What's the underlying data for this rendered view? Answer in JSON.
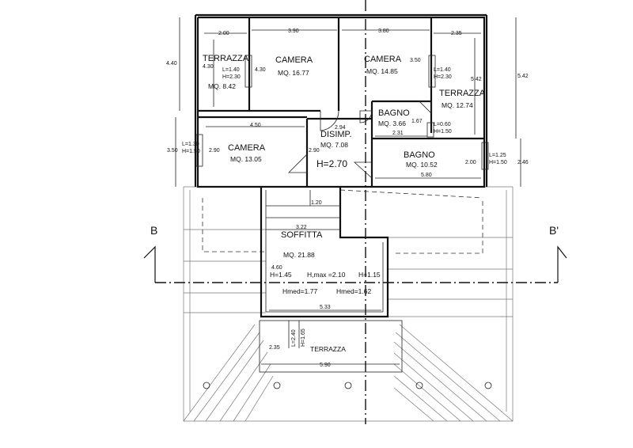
{
  "rooms": {
    "terrazza_left": {
      "name": "TERRAZZA",
      "area": "MQ. 8.42",
      "window": "L=1.40",
      "height": "H=2.30"
    },
    "camera_1": {
      "name": "CAMERA",
      "area": "MQ. 16.77"
    },
    "camera_2": {
      "name": "CAMERA",
      "area": "MQ. 14.85"
    },
    "terrazza_right": {
      "name": "TERRAZZA",
      "area": "MQ. 12.74",
      "window": "L=1.40",
      "height": "H=2.30"
    },
    "camera_3": {
      "name": "CAMERA",
      "area": "MQ. 13.05",
      "window": "L=1.30",
      "height": "H=1.50"
    },
    "disimpegno": {
      "name": "DISIMP.",
      "area": "MQ. 7.08",
      "height": "H=2.70"
    },
    "bagno_1": {
      "name": "BAGNO",
      "area": "MQ. 3.66",
      "window": "L=0.60",
      "height": "H=1.50"
    },
    "bagno_2": {
      "name": "BAGNO",
      "area": "MQ. 10.52",
      "window": "L=1.25",
      "height": "H=1.50"
    },
    "soffitta": {
      "name": "SOFFITTA",
      "area": "MQ. 21.88",
      "h_left": "H=1.45",
      "h_max": "H,max =2.10",
      "h_right": "H=1.15",
      "hmed_left": "Hmed=1.77",
      "hmed_right": "Hmed=1.62"
    },
    "terrazza_bottom": {
      "name": "TERRAZZA",
      "window": "L=2.40",
      "height": "H=1.65"
    }
  },
  "dimensions": {
    "d_200": "2.00",
    "d_390": "3.90",
    "d_380": "3.80",
    "d_235": "2.35",
    "d_440": "4.40",
    "d_430": "4.30",
    "d_430b": "4.30",
    "d_350": "3.50",
    "d_542": "5.42",
    "d_542b": "5.42",
    "d_167": "1.67",
    "d_231": "2.31",
    "d_450": "4.50",
    "d_294": "2.94",
    "d_350b": "3.50",
    "d_290": "2.90",
    "d_290b": "2.90",
    "d_200b": "2.00",
    "d_246": "2.46",
    "d_580": "5.80",
    "d_120": "1.20",
    "d_322": "3.22",
    "d_460": "4.60",
    "d_533": "5.33",
    "d_235b": "2.35",
    "d_590": "5.90"
  },
  "section_marks": {
    "left": "B",
    "right": "B'"
  }
}
